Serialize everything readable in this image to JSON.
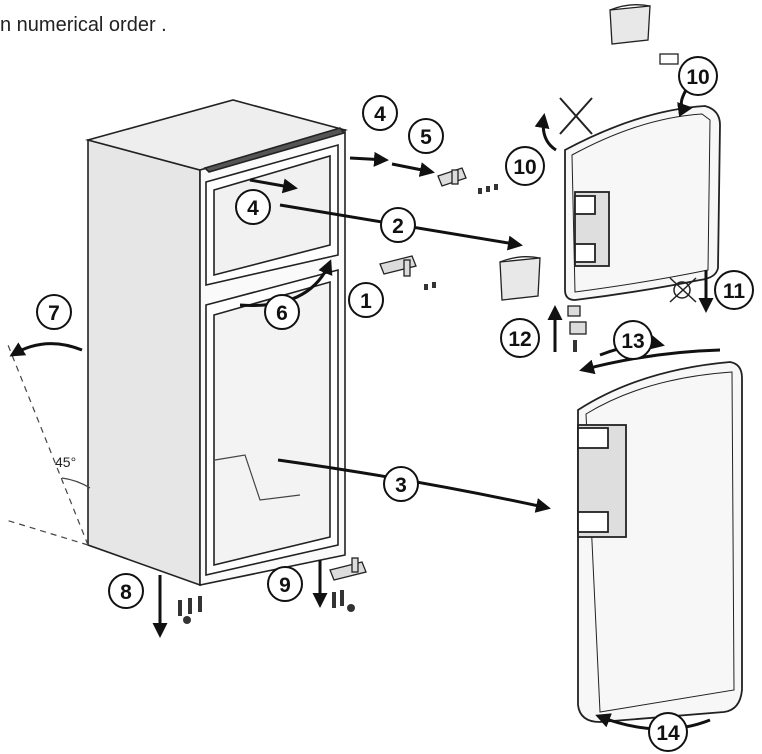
{
  "caption": "n numerical order .",
  "angle_label": "45°",
  "steps": [
    "1",
    "2",
    "3",
    "4",
    "4",
    "5",
    "6",
    "7",
    "8",
    "9",
    "10",
    "10",
    "11",
    "12",
    "13",
    "14"
  ]
}
